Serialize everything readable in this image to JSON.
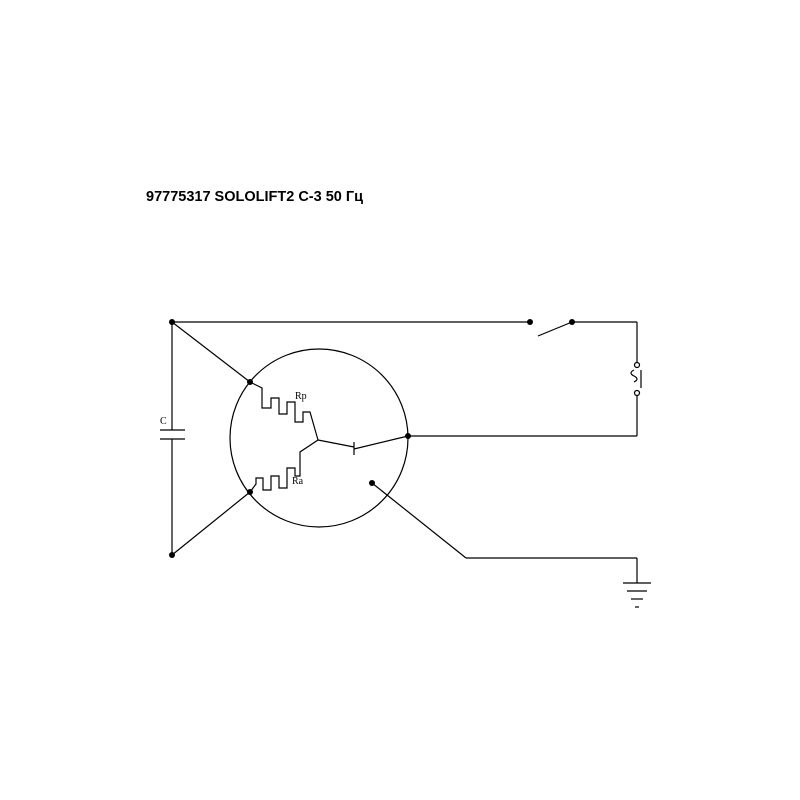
{
  "title": "97775317 SOLOLIFT2 C-3 50 Гц",
  "labels": {
    "capacitor": "C",
    "resistor_upper": "Rp",
    "resistor_lower": "Ra"
  }
}
